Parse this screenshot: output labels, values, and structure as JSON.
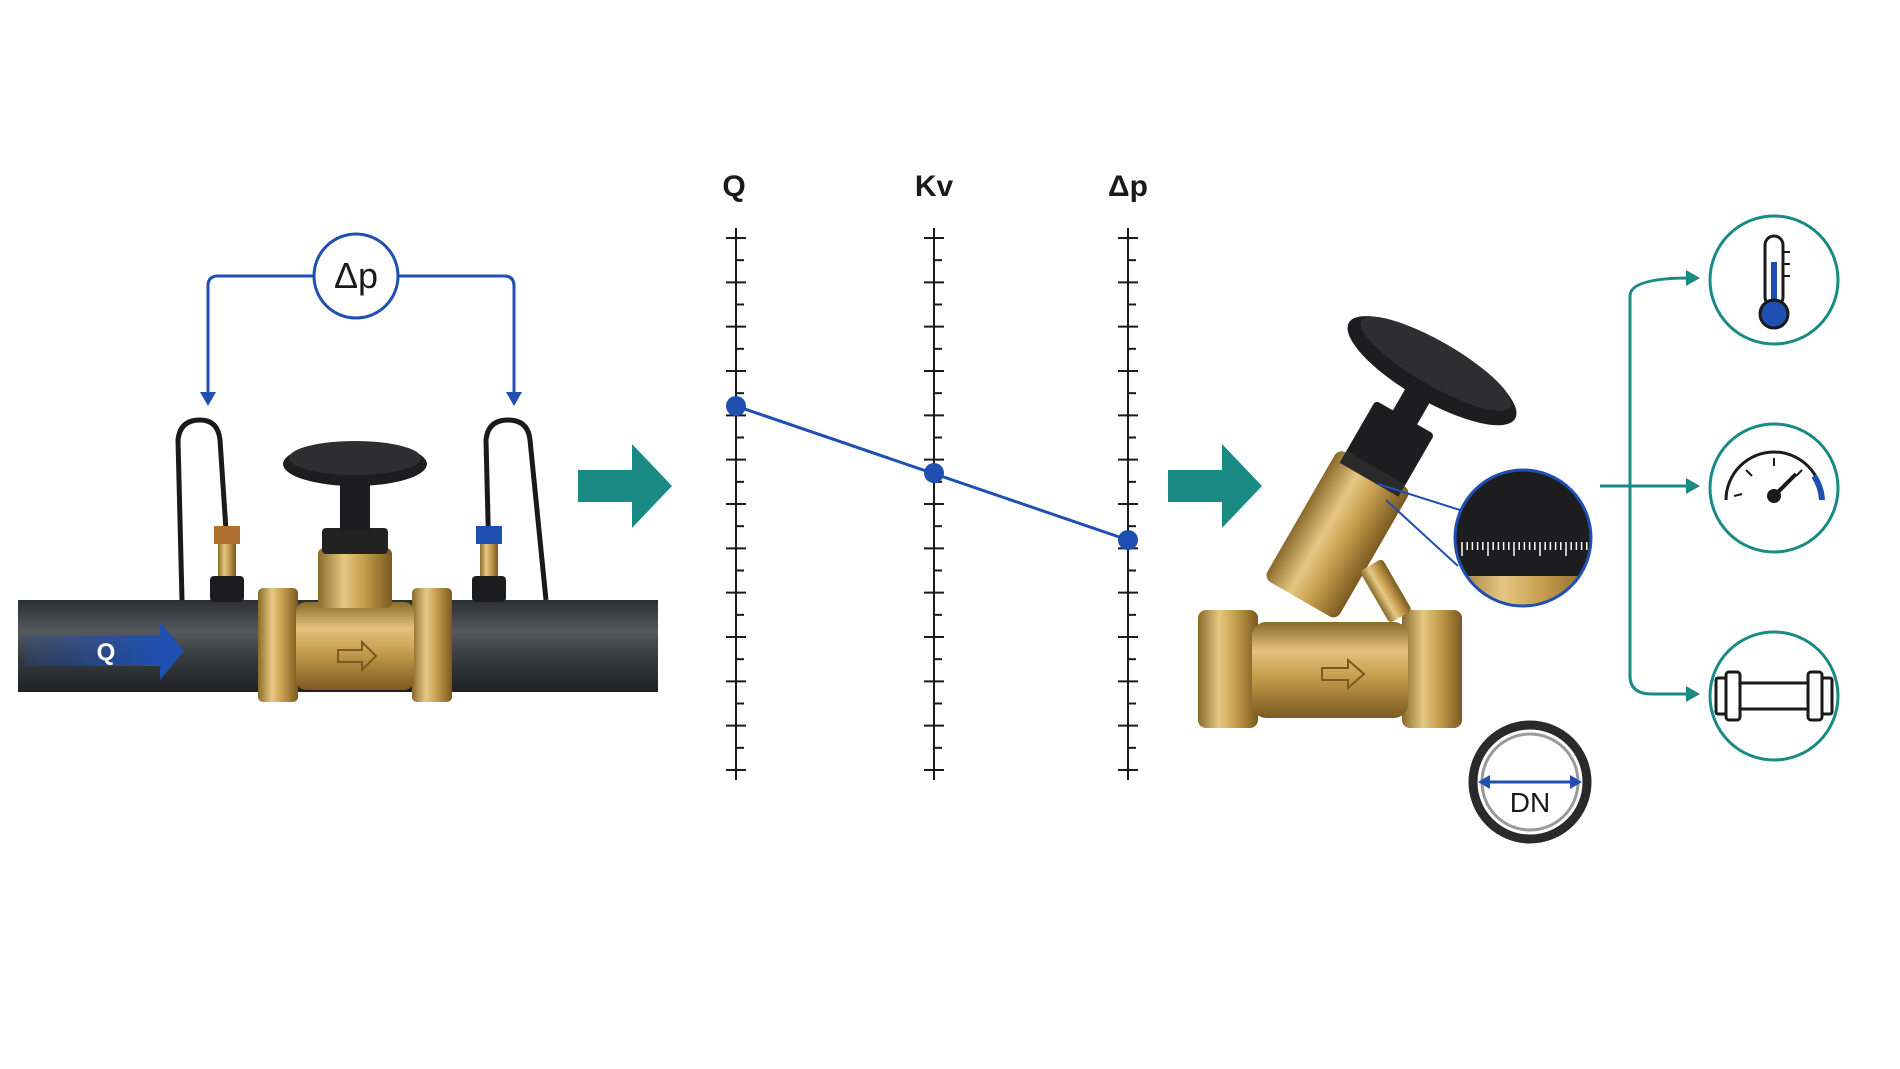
{
  "measurement_section": {
    "differential_pressure_label": "Δp",
    "flow_label": "Q"
  },
  "nomogram": {
    "axes": [
      {
        "label": "Q"
      },
      {
        "label": "Kv"
      },
      {
        "label": "Δp"
      }
    ]
  },
  "valve_section": {
    "pipe_size_label": "DN"
  },
  "result_icons": [
    {
      "icon": "thermometer-icon"
    },
    {
      "icon": "pressure-gauge-icon"
    },
    {
      "icon": "pipe-icon"
    }
  ],
  "colors": {
    "accent_blue": "#1f4fb0",
    "teal": "#1a8a85",
    "brass": "#c9a050",
    "pipe": "#3a3d40",
    "handwheel": "#1d1d1f"
  }
}
